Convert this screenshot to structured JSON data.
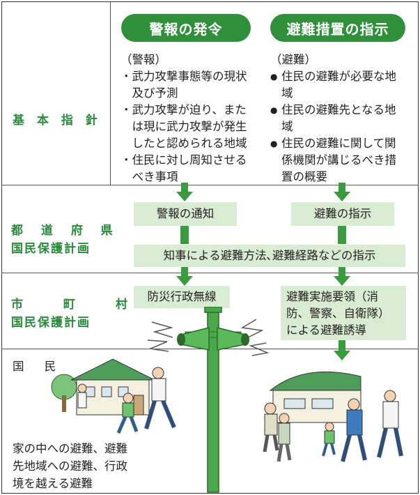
{
  "headers": {
    "warning": "警報の発令",
    "evacuation": "避難措置の指示"
  },
  "rows": {
    "basic_policy": "基 本 指 針",
    "prefecture": [
      "都 道 府 県",
      "国民保護計画"
    ],
    "municipality": [
      "市 町 村",
      "国民保護計画"
    ],
    "citizens": "国 民"
  },
  "warning_col": {
    "heading": "（警報）",
    "items": [
      {
        "bullet": "・",
        "lines": [
          "武力攻撃事態等の現状",
          "及び予測"
        ]
      },
      {
        "bullet": "・",
        "lines": [
          "武力攻撃が迫り、また",
          "は現に武力攻撃が発生",
          "したと認められる地域"
        ]
      },
      {
        "bullet": "・",
        "lines": [
          "住民に対し周知させる",
          "べき事項"
        ]
      }
    ]
  },
  "evac_col": {
    "heading": "（避難）",
    "items": [
      {
        "bullet": "●",
        "lines": [
          "住民の避難が必要な地",
          "域"
        ]
      },
      {
        "bullet": "●",
        "lines": [
          "住民の避難先となる地",
          "域"
        ]
      },
      {
        "bullet": "●",
        "lines": [
          "住民の避難に関して関",
          "係機関が講じるべき措",
          "置の概要"
        ]
      }
    ]
  },
  "boxes": {
    "warning_notice": "警報の通知",
    "evac_instruction": "避難の指示",
    "governor": "知事による避難方法､避難経路などの指示",
    "radio": "防災行政無線",
    "guidance": [
      "避難実施要領（消",
      "防、警察、自衛隊）",
      "による避難誘導"
    ]
  },
  "bottom_text": [
    "家の中への避難、避難",
    "先地域への避難、行政",
    "境を越える避難"
  ],
  "colors": {
    "accent_green": "#2f8f3a",
    "label_green": "#2a8a3c",
    "box_fill": "#d8ecd3"
  }
}
